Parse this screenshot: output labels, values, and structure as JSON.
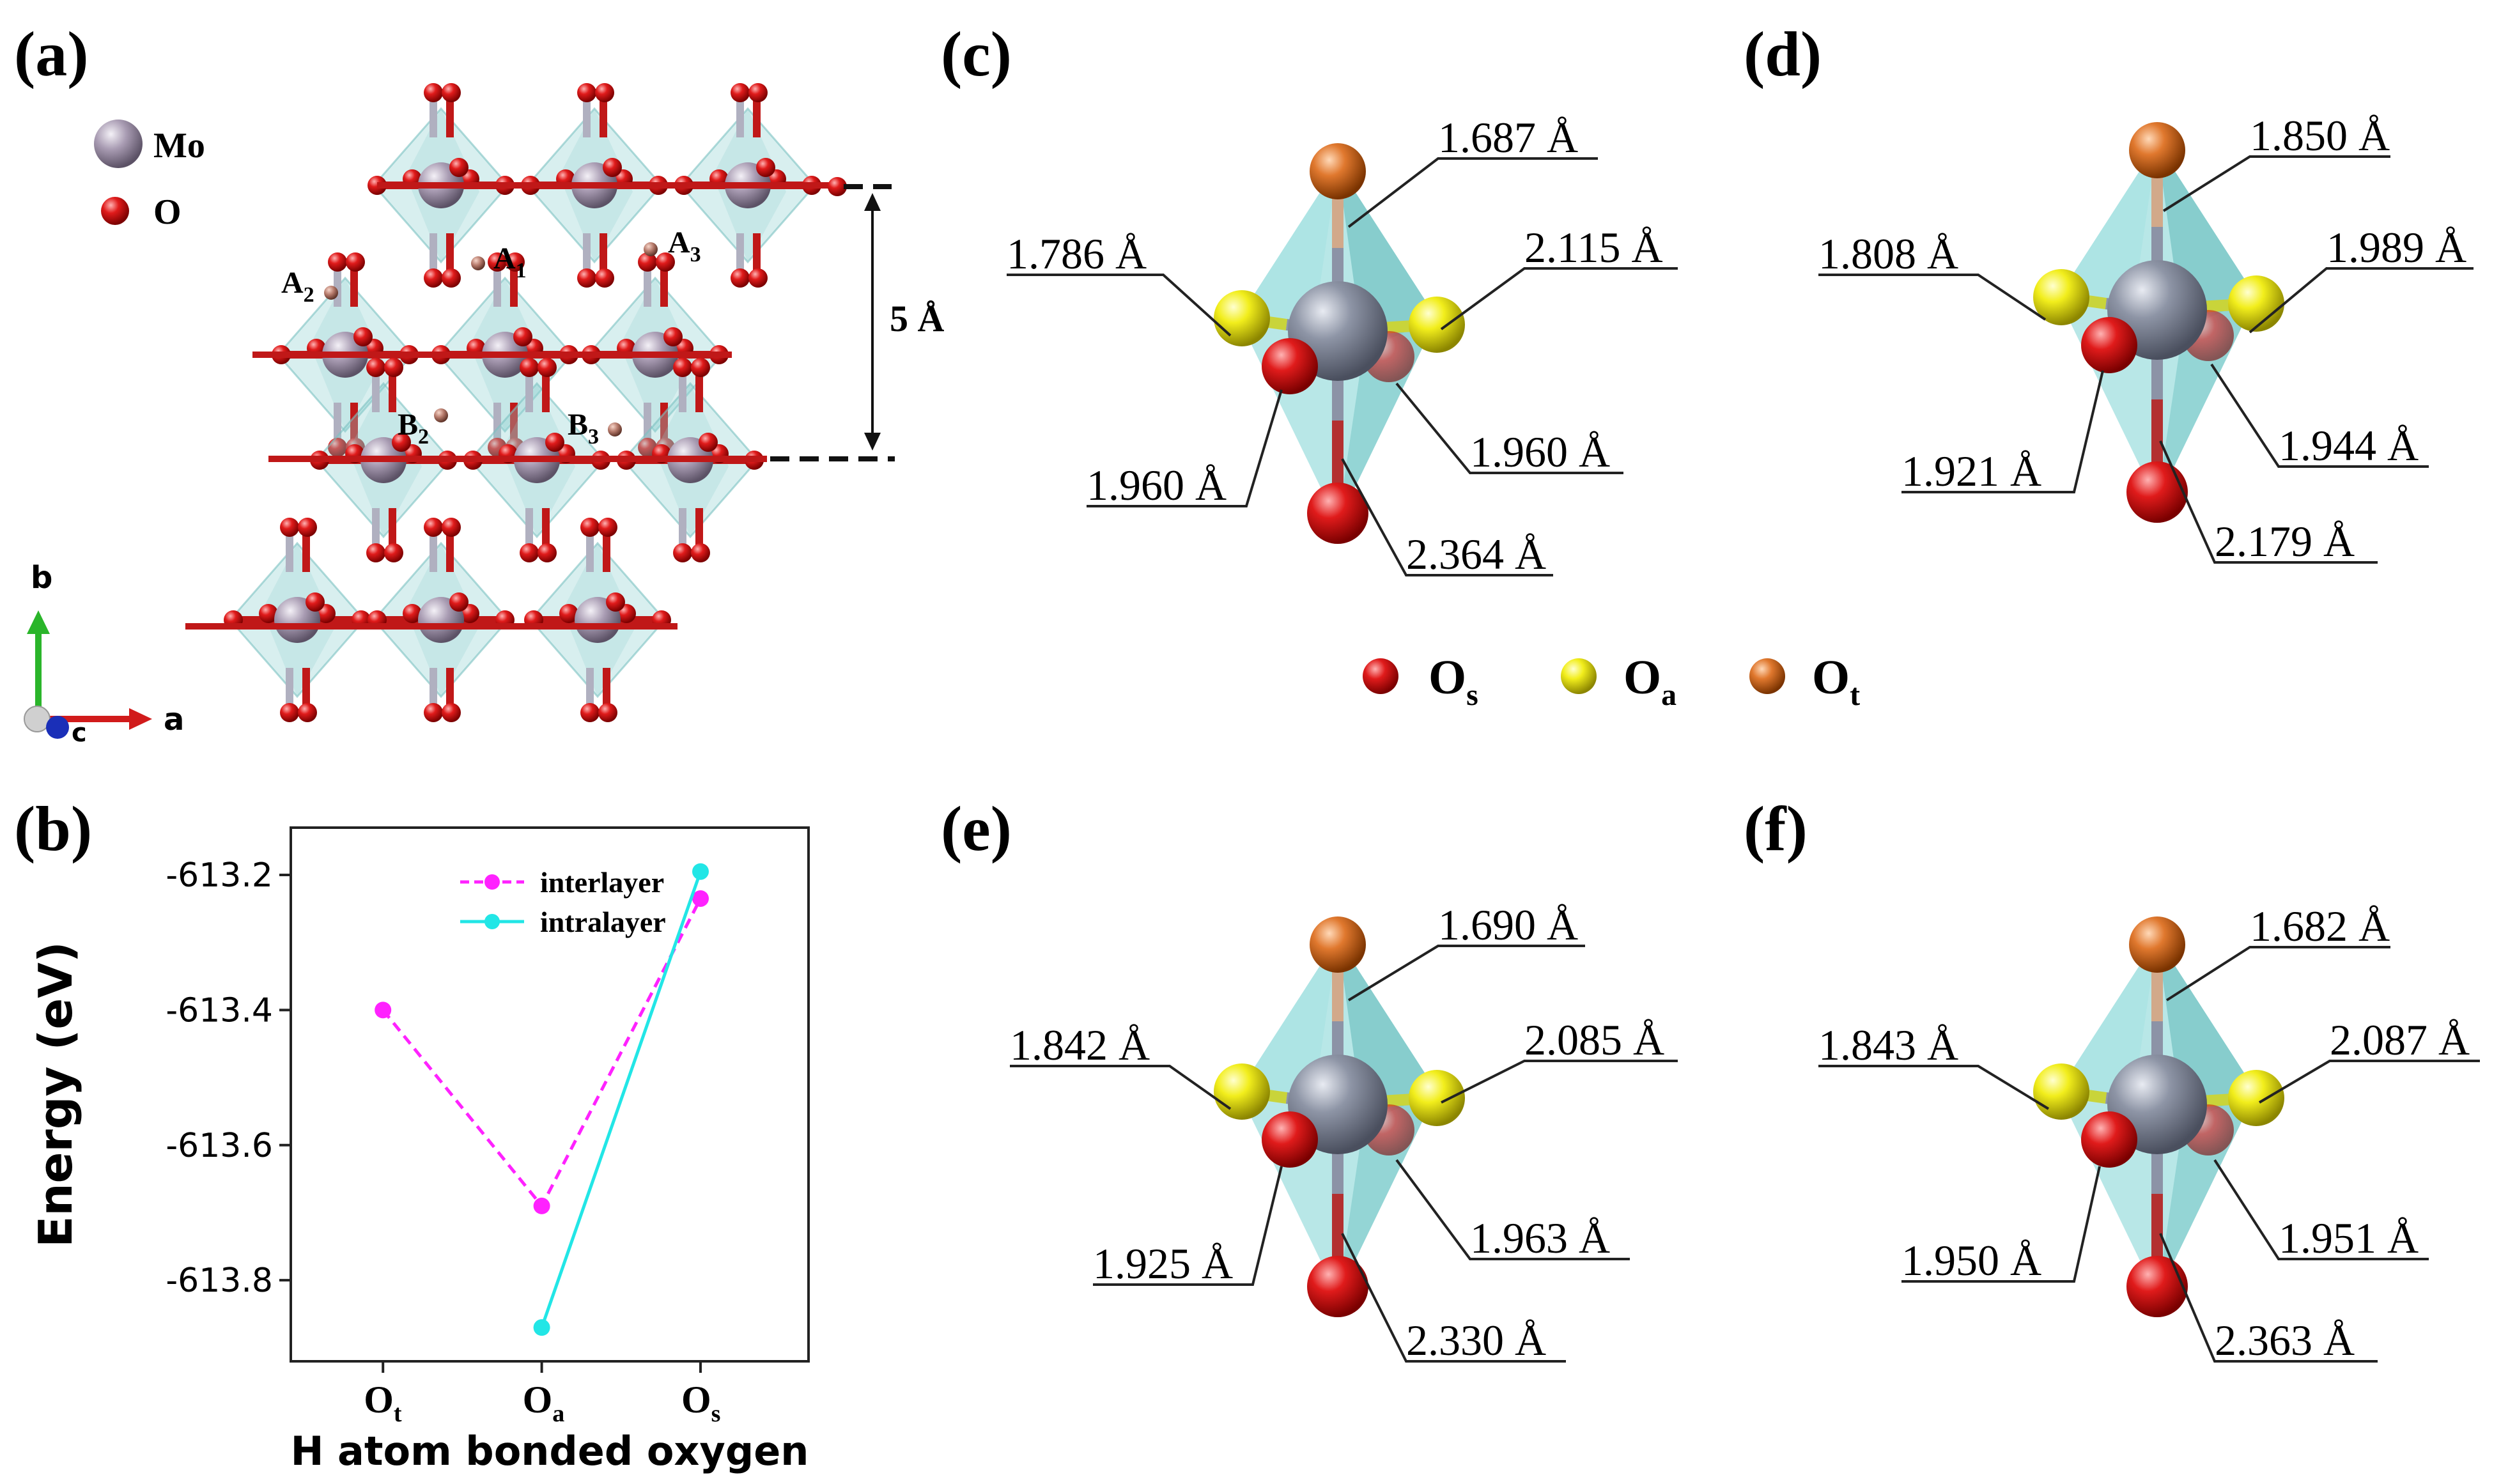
{
  "panels": {
    "a": {
      "label": "(a)",
      "legend": [
        {
          "symbol": "Mo",
          "color": "#a99cb3"
        },
        {
          "symbol": "O",
          "color": "#e01b1b"
        }
      ],
      "sites": [
        {
          "main": "A",
          "sub": "1"
        },
        {
          "main": "A",
          "sub": "2"
        },
        {
          "main": "A",
          "sub": "3"
        },
        {
          "main": "B",
          "sub": "2"
        },
        {
          "main": "B",
          "sub": "3"
        }
      ],
      "spacing": "5 Å",
      "axes": {
        "b": "b",
        "a": "a",
        "c": "c"
      }
    },
    "b": {
      "label": "(b)"
    },
    "c": {
      "label": "(c)",
      "bonds": {
        "top": "1.687 Å",
        "upper_left": "1.786 Å",
        "upper_right": "2.115 Å",
        "lower_left": "1.960 Å",
        "lower_right": "1.960 Å",
        "bottom": "2.364 Å"
      }
    },
    "d": {
      "label": "(d)",
      "bonds": {
        "top": "1.850 Å",
        "upper_left": "1.808 Å",
        "upper_right": "1.989 Å",
        "lower_left": "1.921 Å",
        "lower_right": "1.944 Å",
        "bottom": "2.179 Å"
      }
    },
    "e": {
      "label": "(e)",
      "bonds": {
        "top": "1.690 Å",
        "upper_left": "1.842 Å",
        "upper_right": "2.085 Å",
        "lower_left": "1.925 Å",
        "lower_right": "1.963 Å",
        "bottom": "2.330 Å"
      }
    },
    "f": {
      "label": "(f)",
      "bonds": {
        "top": "1.682 Å",
        "upper_left": "1.843 Å",
        "upper_right": "2.087 Å",
        "lower_left": "1.950 Å",
        "lower_right": "1.951 Å",
        "bottom": "2.363 Å"
      }
    }
  },
  "oxygen_legend": [
    {
      "main": "O",
      "sub": "s",
      "color": "#e01b1b"
    },
    {
      "main": "O",
      "sub": "a",
      "color": "#f2ee1c"
    },
    {
      "main": "O",
      "sub": "t",
      "color": "#e0782e"
    }
  ],
  "chart_data": {
    "type": "line",
    "xlabel": "H atom bonded oxygen",
    "ylabel": "Energy (eV)",
    "categories": [
      {
        "main": "O",
        "sub": "t"
      },
      {
        "main": "O",
        "sub": "a"
      },
      {
        "main": "O",
        "sub": "s"
      }
    ],
    "yticks": [
      -613.2,
      -613.4,
      -613.6,
      -613.8
    ],
    "ytick_labels": [
      "-613.2",
      "-613.4",
      "-613.6",
      "-613.8"
    ],
    "ylim": [
      -613.92,
      -613.13
    ],
    "legend_position": "top-right",
    "series": [
      {
        "name": "interlayer",
        "color": "#ff22ff",
        "dashed": true,
        "values": [
          -613.4,
          -613.69,
          -613.235
        ]
      },
      {
        "name": "intralayer",
        "color": "#22e6e6",
        "dashed": false,
        "values": [
          null,
          -613.87,
          -613.195
        ]
      }
    ]
  }
}
